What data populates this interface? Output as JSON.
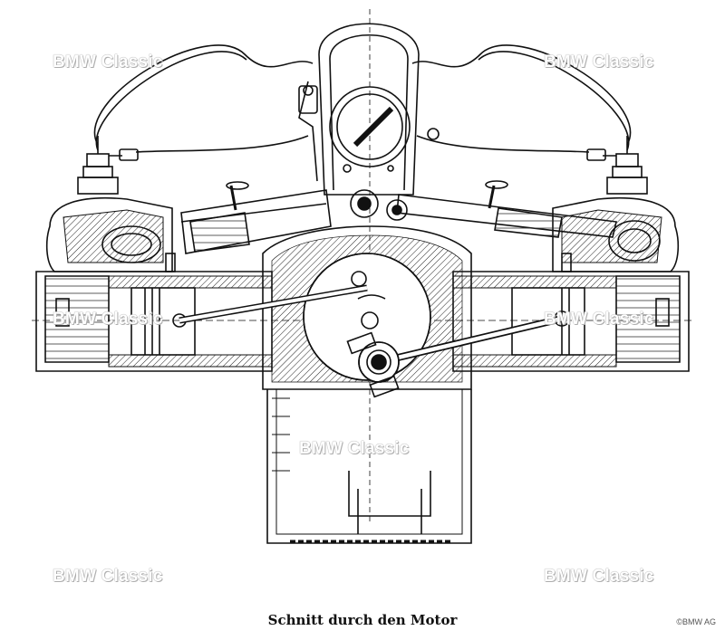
{
  "caption": "Schnitt durch den Motor",
  "copyright": "©BMW AG",
  "watermarks": [
    "BMW Classic",
    "BMW Classic",
    "BMW Classic",
    "BMW Classic",
    "BMW Classic",
    "BMW Classic",
    "BMW Classic"
  ]
}
